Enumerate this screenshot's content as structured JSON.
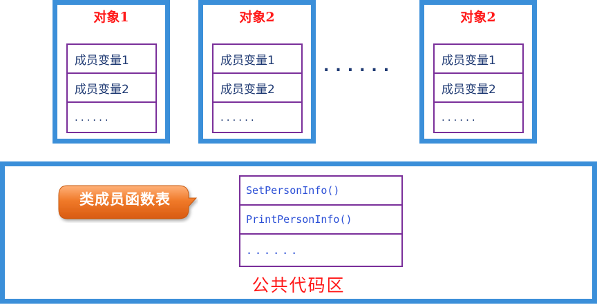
{
  "objects": [
    {
      "title": "对象1",
      "members": [
        "成员变量1",
        "成员变量2",
        "......"
      ]
    },
    {
      "title": "对象2",
      "members": [
        "成员变量1",
        "成员变量2",
        "......"
      ]
    },
    {
      "title": "对象2",
      "members": [
        "成员变量1",
        "成员变量2",
        "......"
      ]
    }
  ],
  "between_dots": "......",
  "code_area": {
    "callout_label": "类成员函数表",
    "functions": [
      "SetPersonInfo()",
      "PrintPersonInfo()",
      "......"
    ],
    "title": "公共代码区"
  },
  "colors": {
    "box_border": "#3b8fd9",
    "table_border": "#7a2f9a",
    "title_red": "#ff1a1a",
    "callout_orange": "#f07a2a",
    "function_text": "#2b4fd6"
  }
}
